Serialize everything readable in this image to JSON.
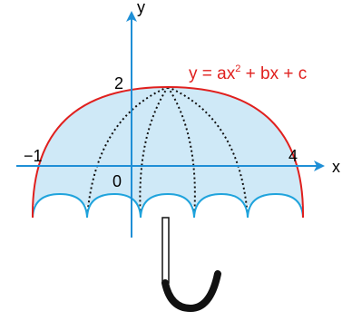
{
  "axes": {
    "x_label": "x",
    "y_label": "y"
  },
  "points": {
    "x_left": "−1",
    "x_right": "4",
    "y_intercept": "2",
    "origin": "0"
  },
  "equation": {
    "lead": "y = ax",
    "exponent": "2",
    "tail": " + bx + c"
  },
  "colors": {
    "axis": "#1f8fd6",
    "parabola": "#e0201e",
    "canopy_fill": "#cfe9f7",
    "scallop": "#1fa3dc",
    "ribs": "#111111",
    "handle": "#111111",
    "equation": "#e0201e"
  }
}
